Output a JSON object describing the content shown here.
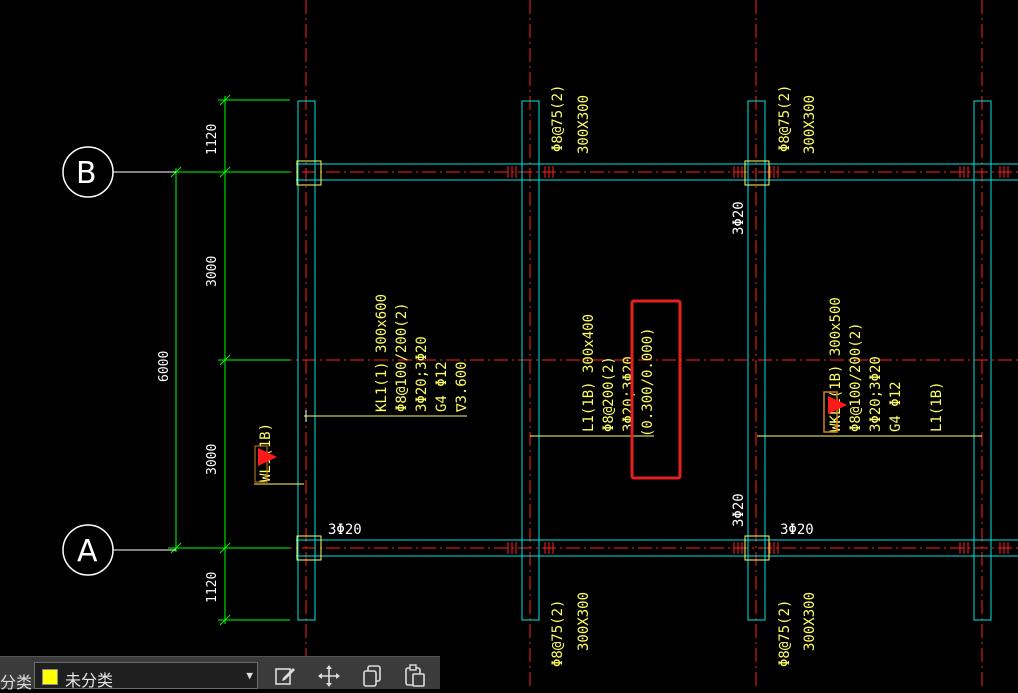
{
  "drawing": {
    "axis_labels": [
      "B",
      "A"
    ],
    "dimensions": {
      "outer_top": "1120",
      "span_upper": "3000",
      "total": "6000",
      "span_lower": "3000",
      "outer_bottom": "1120"
    },
    "columns": {
      "top_col2": [
        "Φ8@75(2)",
        "300X300"
      ],
      "top_col3": [
        "Φ8@75(2)",
        "300X300"
      ],
      "bot_col2": [
        "Φ8@75(2)",
        "300X300"
      ],
      "bot_col3": [
        "Φ8@75(2)",
        "300X300"
      ]
    },
    "beam_kl1": [
      "KL1(1) 300x600",
      "Φ8@100/200(2)",
      "3Φ20;3Φ20",
      "G4 Φ12",
      "∇3.600"
    ],
    "beam_l1_center": [
      "L1(1B) 300x400",
      "Φ8@200(2)",
      "3Φ20;3Φ20"
    ],
    "offset_note": "(0.300/0.000)",
    "beam_wkl_right": [
      "WKL1(1B) 300x500",
      "Φ8@100/200(2)",
      "3Φ20;3Φ20",
      "G4 Φ12"
    ],
    "label_l1_far": "L1(1B)",
    "label_wl1_left": "WL1(1B)",
    "rebar_labels": {
      "vertical_upper": "3Φ20",
      "vertical_lower": "3Φ20",
      "bottom_left": "3Φ20",
      "bottom_mid": "3Φ20"
    }
  },
  "toolbar": {
    "prefix_text": "分类",
    "layer_name": "未分类",
    "layer_color": "#ffff00",
    "buttons": [
      "edit-icon",
      "move-icon",
      "copy-icon",
      "paste-icon"
    ]
  },
  "colors": {
    "grid_axis": "#ff2020",
    "beam_outline": "#00e5e5",
    "dimension": "#00ff00",
    "annotation": "#ffff66",
    "highlight_box": "#e52020"
  }
}
